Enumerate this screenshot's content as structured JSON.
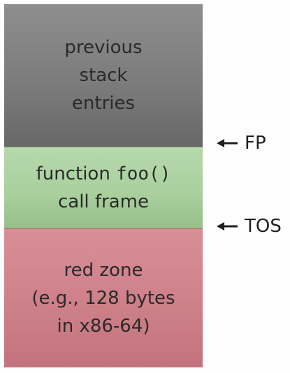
{
  "stack": {
    "previous": {
      "lines": [
        "previous",
        "stack",
        "entries"
      ]
    },
    "frame": {
      "line1_prefix": "function ",
      "line1_code": "foo()",
      "line2": "call frame"
    },
    "redzone": {
      "lines": [
        "red zone",
        "(e.g., 128 bytes",
        "in x86-64)"
      ]
    }
  },
  "pointers": {
    "fp": "FP",
    "tos": "TOS"
  },
  "colors": {
    "previous_block": "#7a7a7a",
    "frame_block": "#a8cf9c",
    "red_zone_block": "#cd7f88",
    "text": "#2a2a2a"
  }
}
